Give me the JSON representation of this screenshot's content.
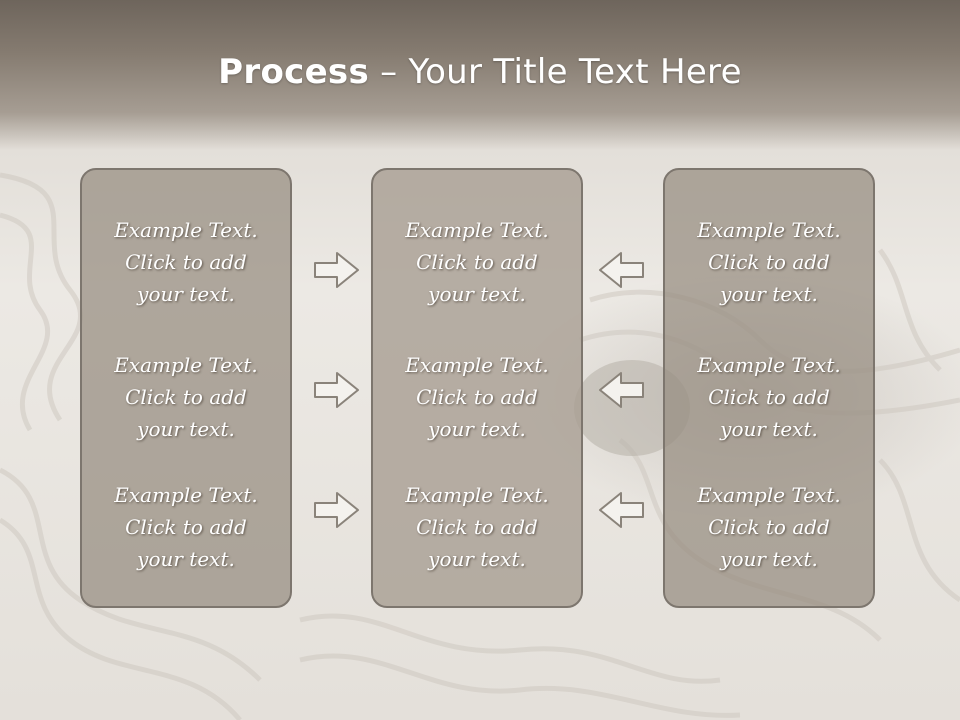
{
  "slide": {
    "title_bold": "Process",
    "title_rest": " – Your Title Text Here"
  },
  "columns": [
    {
      "items": [
        {
          "lines": [
            "Example Text.",
            "Click  to add",
            "your text."
          ]
        },
        {
          "lines": [
            "Example Text.",
            "Click  to add",
            "your text."
          ]
        },
        {
          "lines": [
            "Example Text.",
            "Click  to add",
            "your text."
          ]
        }
      ]
    },
    {
      "items": [
        {
          "lines": [
            "Example Text.",
            "Click  to add",
            "your text."
          ]
        },
        {
          "lines": [
            "Example Text.",
            "Click  to add",
            "your text."
          ]
        },
        {
          "lines": [
            "Example Text.",
            "Click  to add",
            "your text."
          ]
        }
      ]
    },
    {
      "items": [
        {
          "lines": [
            "Example Text.",
            "Click  to add",
            "your text."
          ]
        },
        {
          "lines": [
            "Example Text.",
            "Click  to add",
            "your text."
          ]
        },
        {
          "lines": [
            "Example Text.",
            "Click  to add",
            "your text."
          ]
        }
      ]
    }
  ],
  "icons": {
    "left_arrows": "arrow-right-icon",
    "right_arrows": "arrow-left-icon"
  },
  "colors": {
    "panel_fill": "#968c80",
    "panel_border": "#7d766e",
    "header": "#7a7066",
    "text": "#ffffff"
  }
}
